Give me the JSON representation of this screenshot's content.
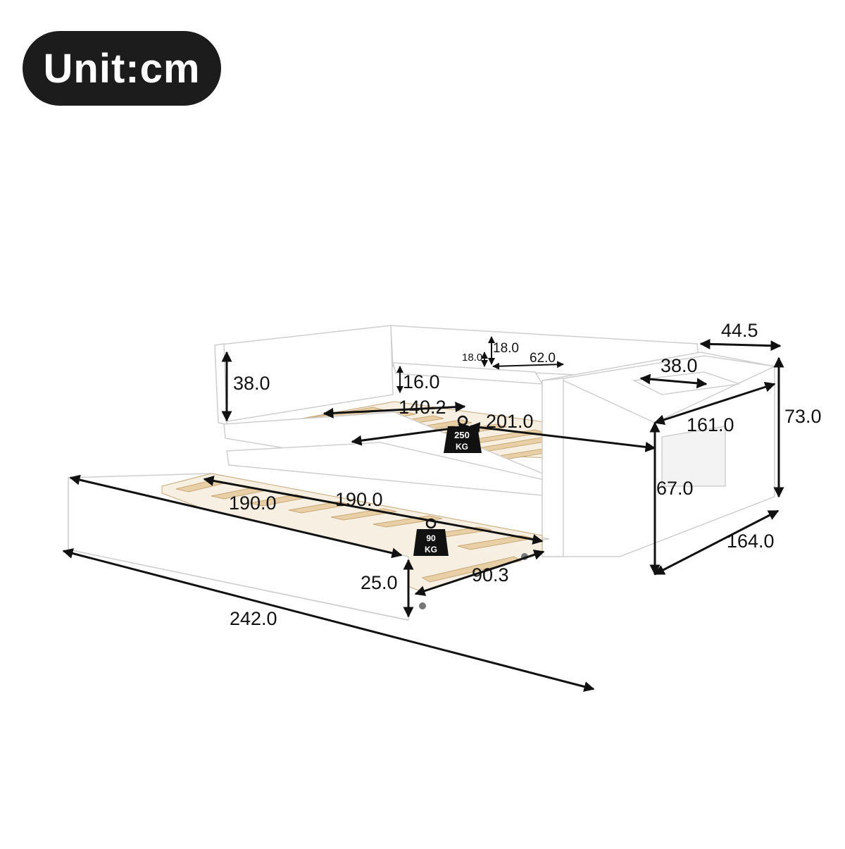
{
  "unit_label": "Unit:cm",
  "dimensions": {
    "side_height": "38.0",
    "shelf_inner_height": "16.0",
    "shelf_depth_small": "18.0",
    "shelf_height_small": "18.0",
    "shelf_width": "62.0",
    "cabinet_depth": "44.5",
    "cabinet_shelf_width": "38.0",
    "inner_width": "140.2",
    "bed_length": "201.0",
    "cabinet_height": "73.0",
    "cabinet_width": "161.0",
    "cabinet_lower_height": "67.0",
    "total_depth": "164.0",
    "trundle_length_left": "190.0",
    "trundle_length_right": "190.0",
    "trundle_height": "25.0",
    "trundle_width": "90.3",
    "total_length": "242.0"
  },
  "weights": {
    "main_bed": {
      "value": "250",
      "unit": "KG"
    },
    "trundle": {
      "value": "90",
      "unit": "KG"
    }
  },
  "colors": {
    "pill": "#1c1c1c",
    "wood": "#e9cfa6",
    "frame": "#ffffff",
    "line": "#111111"
  }
}
